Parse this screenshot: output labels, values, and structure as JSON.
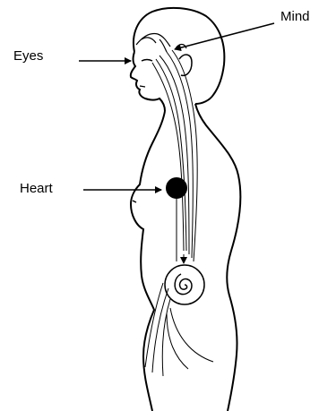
{
  "labels": {
    "mind": "Mind",
    "eyes": "Eyes",
    "heart": "Heart"
  },
  "colors": {
    "ink": "#000000",
    "background": "#ffffff"
  }
}
